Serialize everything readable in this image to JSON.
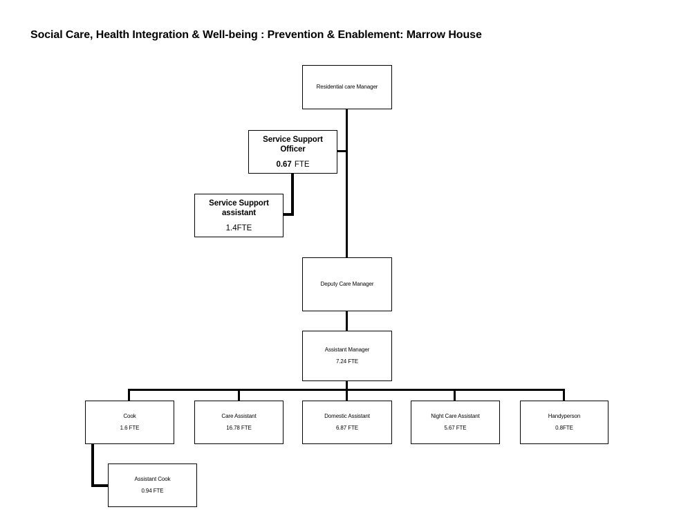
{
  "title": "Social Care, Health Integration & Well-being : Prevention & Enablement: Marrow House",
  "colors": {
    "background": "#ffffff",
    "line": "#000000",
    "box_border": "#000000",
    "text": "#000000"
  },
  "boxes": {
    "residential": {
      "title": "Residential care Manager"
    },
    "sso": {
      "title_line1": "Service Support",
      "title_line2": "Officer",
      "fte_value": "0.67",
      "fte_unit": "FTE"
    },
    "ssa": {
      "title_line1": "Service Support",
      "title_line2": "assistant",
      "fte": "1.4FTE"
    },
    "deputy": {
      "title": "Deputy Care Manager"
    },
    "assistant_manager": {
      "title": "Assistant Manager",
      "fte": "7.24 FTE"
    },
    "cook": {
      "title": "Cook",
      "fte": "1.6 FTE"
    },
    "care_assistant": {
      "title": "Care Assistant",
      "fte": "16.78 FTE"
    },
    "domestic_assistant": {
      "title": "Domestic Assistant",
      "fte": "6.87 FTE"
    },
    "night_care_assistant": {
      "title": "Night Care Assistant",
      "fte": "5.67 FTE"
    },
    "handyperson": {
      "title": "Handyperson",
      "fte": "0.8FTE"
    },
    "assistant_cook": {
      "title": "Assistant Cook",
      "fte": "0.94 FTE"
    }
  },
  "hierarchy": {
    "root": "Residential care Manager",
    "edges": [
      {
        "parent": "Residential care Manager",
        "child": "Service Support Officer"
      },
      {
        "parent": "Service Support Officer",
        "child": "Service Support assistant"
      },
      {
        "parent": "Residential care Manager",
        "child": "Deputy Care Manager"
      },
      {
        "parent": "Deputy Care Manager",
        "child": "Assistant Manager"
      },
      {
        "parent": "Assistant Manager",
        "child": "Cook"
      },
      {
        "parent": "Assistant Manager",
        "child": "Care Assistant"
      },
      {
        "parent": "Assistant Manager",
        "child": "Domestic Assistant"
      },
      {
        "parent": "Assistant Manager",
        "child": "Night Care Assistant"
      },
      {
        "parent": "Assistant Manager",
        "child": "Handyperson"
      },
      {
        "parent": "Cook",
        "child": "Assistant Cook"
      }
    ]
  }
}
